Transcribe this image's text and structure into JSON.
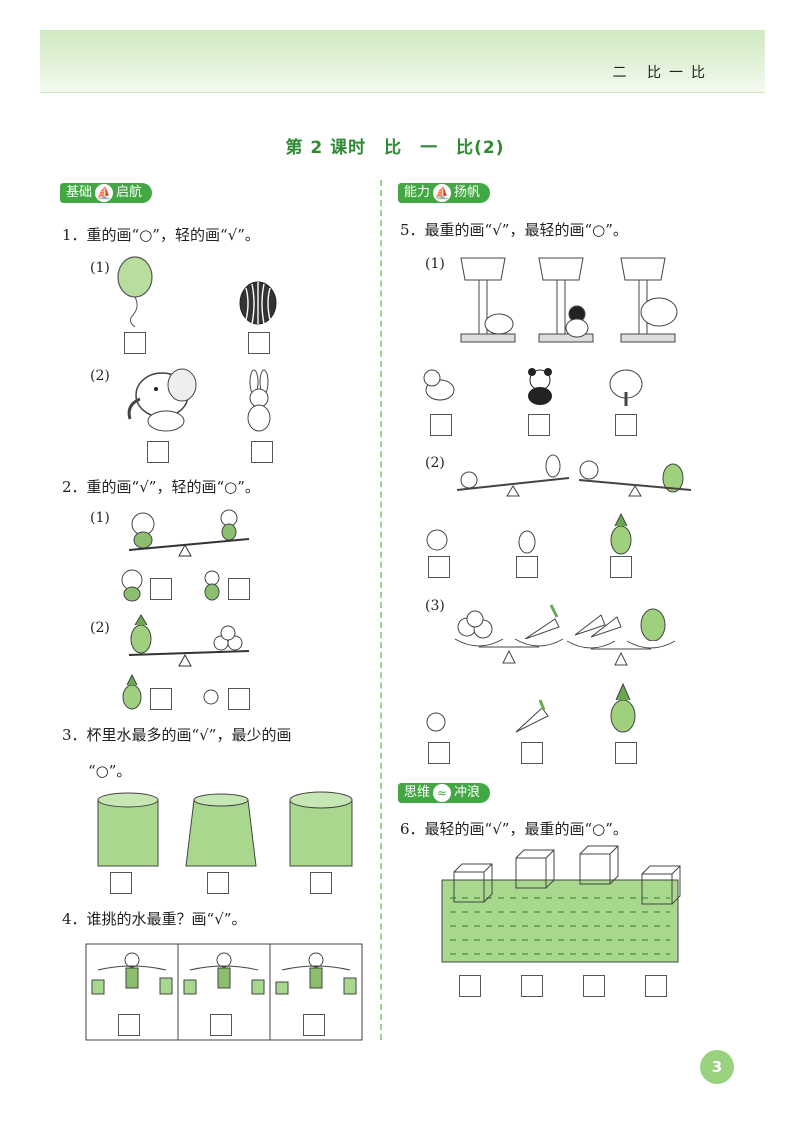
{
  "header": {
    "section_label": "二 比一比"
  },
  "lesson": {
    "title": "第 2 课时　比　一　比(2)"
  },
  "tags": {
    "basic": {
      "label_a": "基础",
      "label_b": "启航",
      "icon": "boat-icon"
    },
    "ability": {
      "label_a": "能力",
      "label_b": "扬帆",
      "icon": "sail-icon"
    },
    "thinking": {
      "label_a": "思维",
      "label_b": "冲浪",
      "icon": "wave-icon"
    }
  },
  "questions": {
    "q1": {
      "text": "1．重的画“○”，轻的画“√”。",
      "sub1": "(1)",
      "sub2": "(2)"
    },
    "q2": {
      "text": "2．重的画“√”，轻的画“○”。",
      "sub1": "(1)",
      "sub2": "(2)"
    },
    "q3": {
      "text_line1": "3．杯里水最多的画“√”，最少的画",
      "text_line2": "“○”。"
    },
    "q4": {
      "text": "4．谁挑的水最重？画“√”。"
    },
    "q5": {
      "text": "5．最重的画“√”，最轻的画“○”。",
      "sub1": "(1)",
      "sub2": "(2)",
      "sub3": "(3)"
    },
    "q6": {
      "text": "6．最轻的画“√”，最重的画“○”。"
    }
  },
  "page": {
    "number": "3"
  }
}
